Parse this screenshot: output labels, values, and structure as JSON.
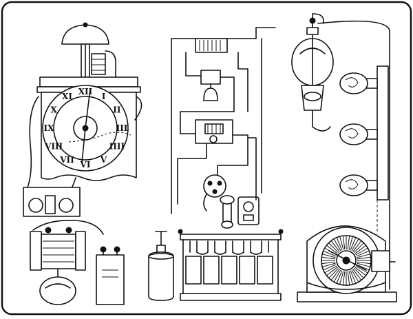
{
  "illustration": {
    "clock": {
      "numerals": [
        "XII",
        "I",
        "II",
        "III",
        "IIII",
        "V",
        "VI",
        "VII",
        "VIII",
        "IX",
        "X",
        "XI"
      ]
    },
    "colors": {
      "ink": "#111111",
      "paper": "#ffffff"
    }
  }
}
